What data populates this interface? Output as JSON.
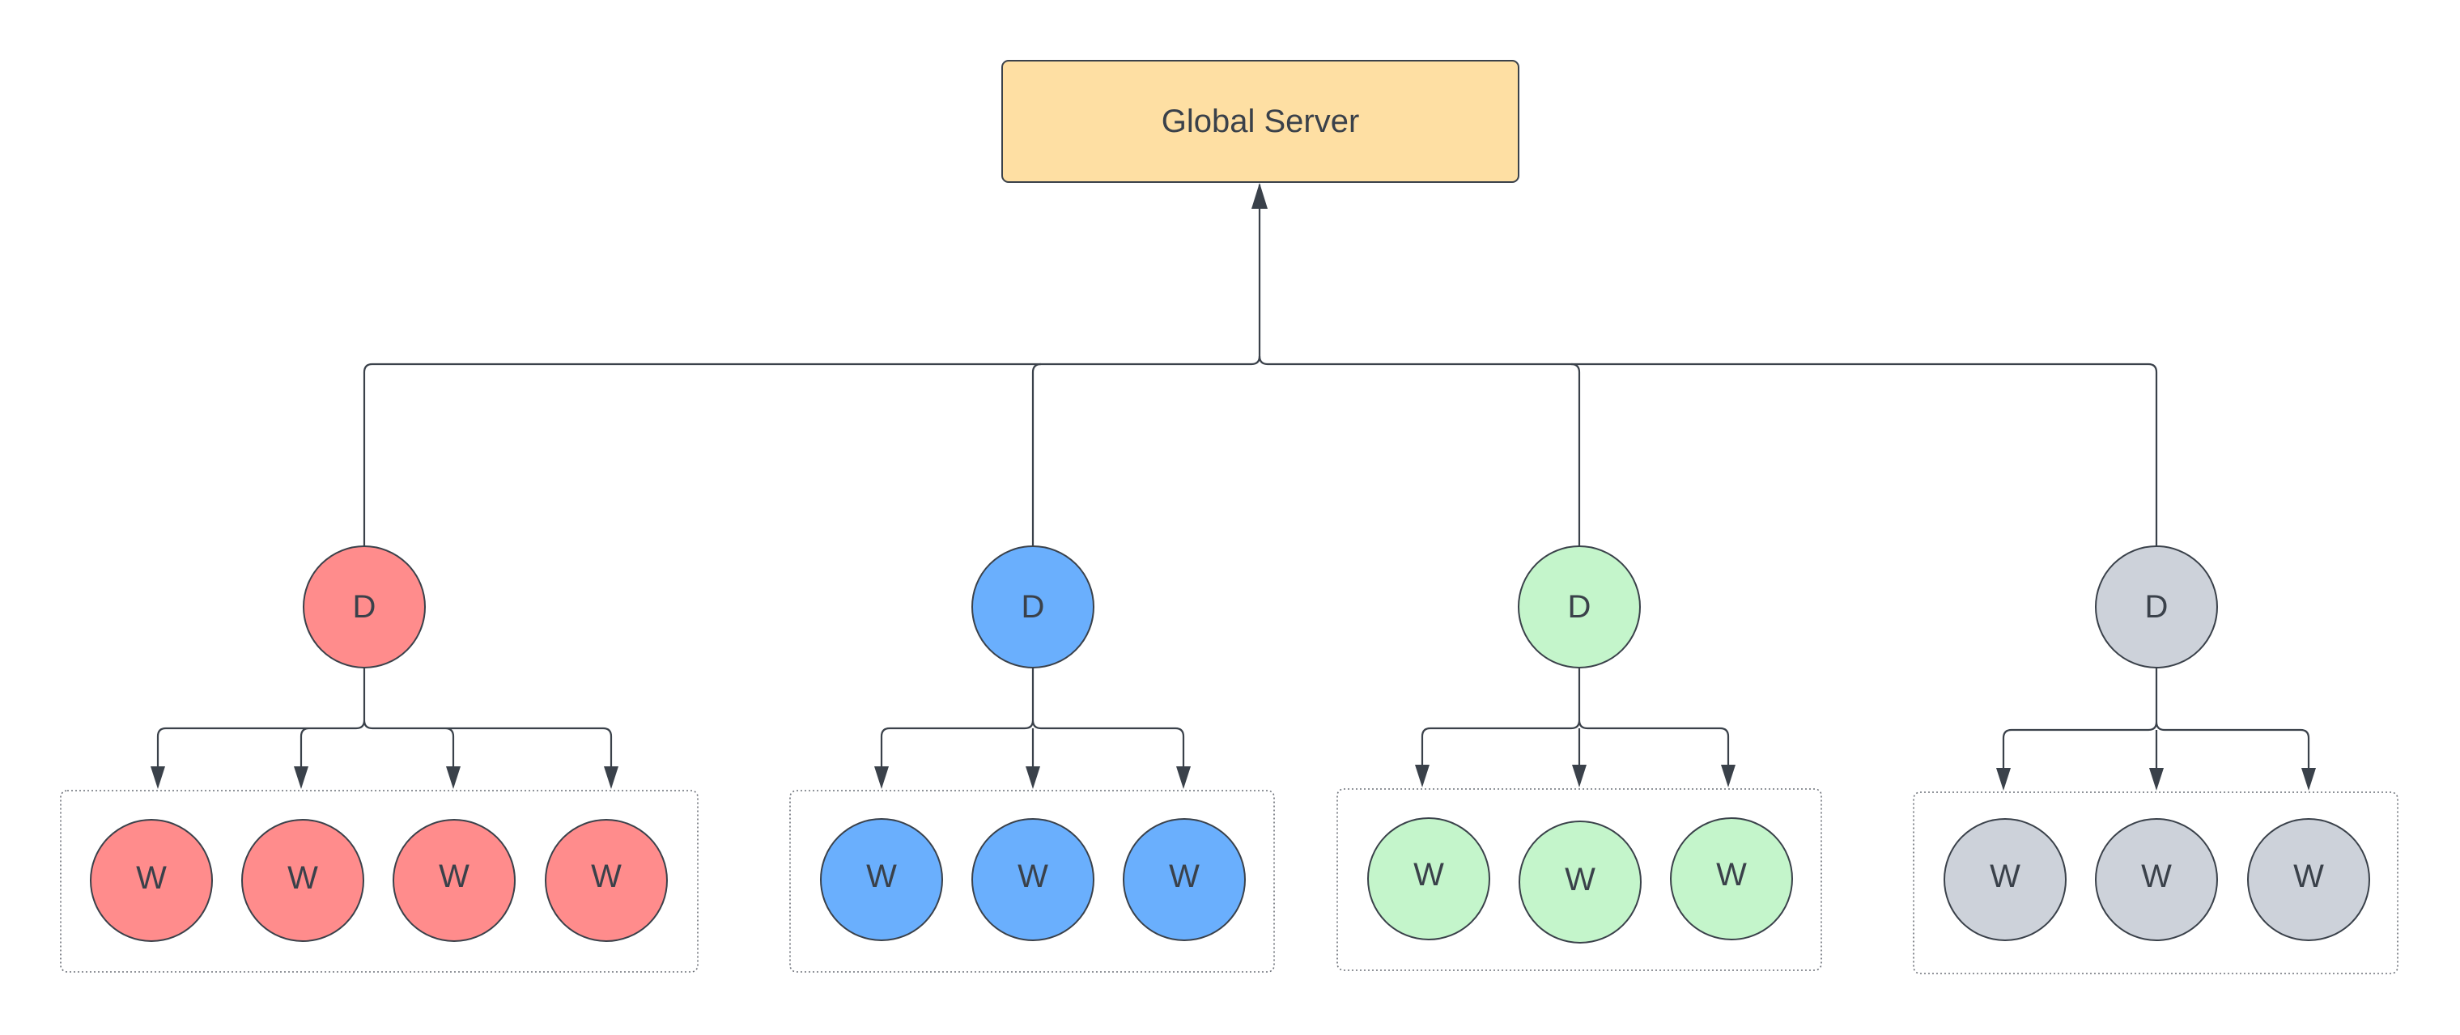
{
  "diagram": {
    "server": {
      "label": "Global Server",
      "fill": "#fedfa3"
    },
    "clusters": [
      {
        "driver": "D",
        "workers": [
          "W",
          "W",
          "W",
          "W"
        ],
        "fill": "#ff8c8c"
      },
      {
        "driver": "D",
        "workers": [
          "W",
          "W",
          "W"
        ],
        "fill": "#6aaffd"
      },
      {
        "driver": "D",
        "workers": [
          "W",
          "W",
          "W"
        ],
        "fill": "#c4f5cb"
      },
      {
        "driver": "D",
        "workers": [
          "W",
          "W",
          "W"
        ],
        "fill": "#cdd2da"
      }
    ],
    "colors": {
      "line": "#3a414a",
      "group_border": "#6c7078"
    }
  }
}
